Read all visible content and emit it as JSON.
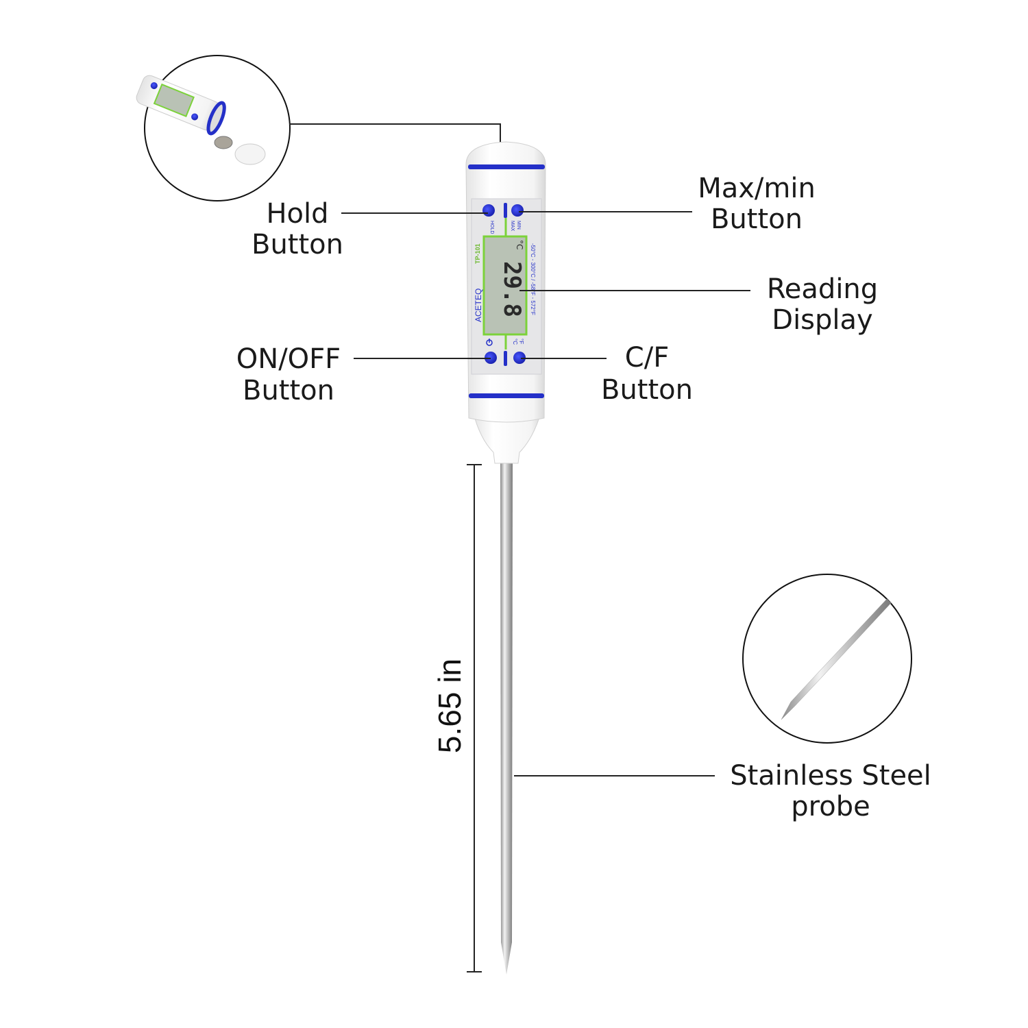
{
  "labels": {
    "hold": [
      "Hold",
      "Button"
    ],
    "maxmin": [
      "Max/min",
      "Button"
    ],
    "reading": [
      "Reading",
      "Display"
    ],
    "onoff": [
      "ON/OFF",
      "Button"
    ],
    "cf": [
      "C/F",
      "Button"
    ],
    "probe": [
      "Stainless Steel",
      "probe"
    ]
  },
  "dimension": "5.65 in",
  "device": {
    "brand": "ACETEQ",
    "model": "TP-101",
    "reading": "29.8",
    "unit": "°C",
    "range": "-50°C - 300°C / -58°F - 572°F",
    "hold_key": "HOLD",
    "maxmin_key": [
      "MAX",
      "MIN"
    ],
    "cf_key": [
      "°C",
      "°F"
    ]
  },
  "colors": {
    "accent_blue": "#2430c8",
    "lcd_green": "#7cd23a",
    "lcd_bg": "#b9c2b5",
    "steel": "#b8b8b8"
  }
}
